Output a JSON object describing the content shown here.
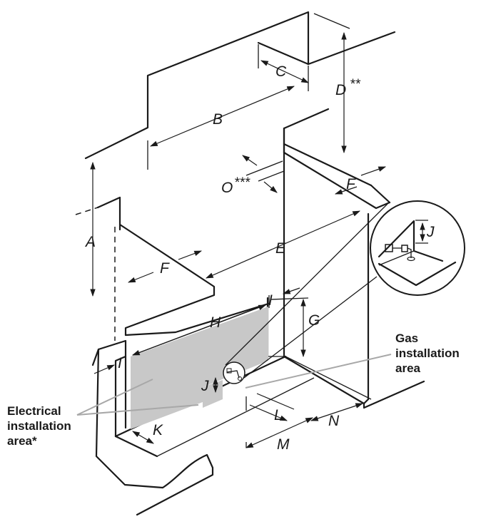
{
  "dimension_labels": {
    "A": "A",
    "B": "B",
    "C": "C",
    "D": "D",
    "D_note": "**",
    "E": "E",
    "F_upper": "F",
    "F_lower": "F",
    "G": "G",
    "H": "H",
    "I_upper": "I",
    "I_lower": "I",
    "J_main": "J",
    "J_inset": "J",
    "K": "K",
    "L": "L",
    "M": "M",
    "N": "N",
    "O": "O",
    "O_note": "***"
  },
  "callouts": {
    "gas": [
      "Gas",
      "installation",
      "area"
    ],
    "electrical": [
      "Electrical",
      "installation",
      "area*"
    ]
  },
  "colors": {
    "line": "#1a1a1a",
    "area_fill": "#c8c8c8",
    "callout_line": "#a8a8a8"
  }
}
